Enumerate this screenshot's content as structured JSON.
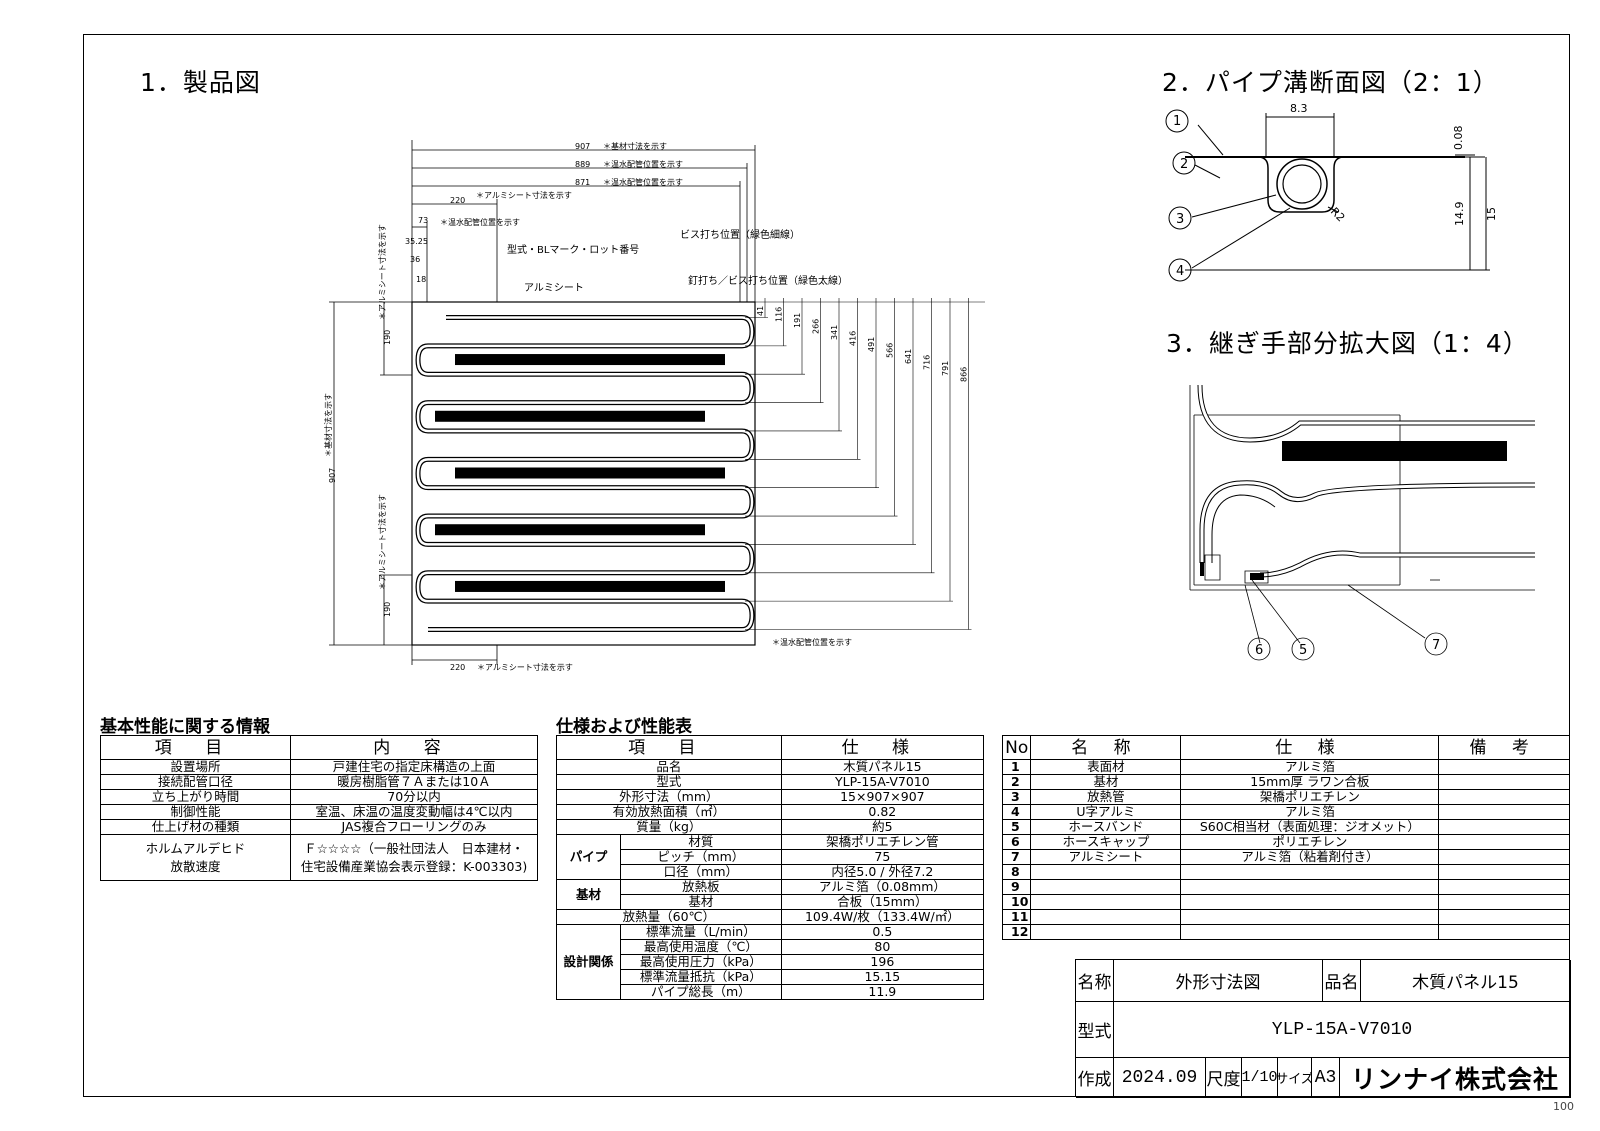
{
  "sections": {
    "product_drawing": "1．製品図",
    "pipe_section": "2．パイプ溝断面図（2：1）",
    "joint_detail": "3．継ぎ手部分拡大図（1：4）"
  },
  "product_drawing": {
    "top_dims": [
      {
        "value": "907",
        "note": "＊基材寸法を示す"
      },
      {
        "value": "889",
        "note": "＊温水配管位置を示す"
      },
      {
        "value": "871",
        "note": "＊温水配管位置を示す"
      },
      {
        "value": "220",
        "note": "＊アルミシート寸法を示す"
      },
      {
        "value": "73",
        "note": "＊温水配管位置を示す"
      }
    ],
    "small_dims": [
      "35.25",
      "36",
      "18"
    ],
    "labels": {
      "model_mark": "型式・BLマーク・ロット番号",
      "screw_pos": "ビス打ち位置（緑色細線）",
      "nail_pos": "釘打ち／ビス打ち位置（緑色太線）",
      "alumi_sheet": "アルミシート"
    },
    "right_dims": [
      "41",
      "116",
      "191",
      "266",
      "341",
      "416",
      "491",
      "566",
      "641",
      "716",
      "791",
      "866"
    ],
    "left_dims": {
      "total": "907",
      "total_note": "＊基材寸法を示す",
      "sheet": "190",
      "sheet_note": "＊アルミシート寸法を示す"
    },
    "bottom_note": "＊温水配管位置を示す",
    "bottom_dim": {
      "value": "220",
      "note": "＊アルミシート寸法を示す"
    }
  },
  "pipe_section": {
    "width_dim": "8.3",
    "top_dim": "0.08",
    "depth_dim": "14.9",
    "thickness_dim": "15",
    "radius": "R2",
    "callouts": [
      "1",
      "2",
      "3",
      "4"
    ]
  },
  "joint_detail": {
    "callouts": [
      "5",
      "6",
      "7"
    ]
  },
  "basic_performance": {
    "title": "基本性能に関する情報",
    "headers": [
      "項 目",
      "内 容"
    ],
    "rows": [
      [
        "設置場所",
        "戸建住宅の指定床構造の上面"
      ],
      [
        "接続配管口径",
        "暖房樹脂管７Ａまたは10Ａ"
      ],
      [
        "立ち上がり時間",
        "70分以内"
      ],
      [
        "制御性能",
        "室温、床温の温度変動幅は4℃以内"
      ],
      [
        "仕上げ材の種類",
        "JAS複合フローリングのみ"
      ]
    ],
    "formaldehyde": {
      "item_line1": "ホルムアルデヒド",
      "item_line2": "放散速度",
      "value_line1": "Ｆ☆☆☆☆（一般社団法人　日本建材・",
      "value_line2": "住宅設備産業協会表示登録：K-003303)"
    }
  },
  "spec_table": {
    "title": "仕様および性能表",
    "headers": [
      "項 目",
      "仕 様"
    ],
    "rows": {
      "name": [
        "品名",
        "木質パネル15"
      ],
      "model": [
        "型式",
        "YLP-15A-V7010"
      ],
      "size": [
        "外形寸法（mm）",
        "15×907×907"
      ],
      "area": [
        "有効放熱面積（㎡）",
        "0.82"
      ],
      "mass": [
        "質量（kg）",
        "約5"
      ],
      "pipe_group": "パイプ",
      "pipe_material": [
        "材質",
        "架橋ポリエチレン管"
      ],
      "pipe_pitch": [
        "ピッチ（mm）",
        "75"
      ],
      "pipe_diameter": [
        "口径（mm）",
        "内径5.0 / 外径7.2"
      ],
      "base_group": "基材",
      "heat_plate": [
        "放熱板",
        "アルミ箔（0.08mm）"
      ],
      "base_material": [
        "基材",
        "合板（15mm）"
      ],
      "heat_output": [
        "放熱量（60℃）",
        "109.4W/枚（133.4W/㎡）"
      ],
      "design_group": "設計関係",
      "flow": [
        "標準流量（L/min）",
        "0.5"
      ],
      "max_temp": [
        "最高使用温度（℃）",
        "80"
      ],
      "max_pressure": [
        "最高使用圧力（kPa）",
        "196"
      ],
      "resistance": [
        "標準流量抵抗（kPa）",
        "15.15"
      ],
      "pipe_length": [
        "パイプ総長（m）",
        "11.9"
      ]
    }
  },
  "parts_table": {
    "headers": [
      "No",
      "名 称",
      "仕 様",
      "備 考"
    ],
    "rows": [
      [
        "1",
        "表面材",
        "アルミ箔",
        ""
      ],
      [
        "2",
        "基材",
        "15mm厚 ラワン合板",
        ""
      ],
      [
        "3",
        "放熱管",
        "架橋ポリエチレン",
        ""
      ],
      [
        "4",
        "U字アルミ",
        "アルミ箔",
        ""
      ],
      [
        "5",
        "ホースバンド",
        "S60C相当材（表面処理：ジオメット）",
        ""
      ],
      [
        "6",
        "ホースキャップ",
        "ポリエチレン",
        ""
      ],
      [
        "7",
        "アルミシート",
        "アルミ箔（粘着剤付き）",
        ""
      ],
      [
        "8",
        "",
        "",
        ""
      ],
      [
        "9",
        "",
        "",
        ""
      ],
      [
        "10",
        "",
        "",
        ""
      ],
      [
        "11",
        "",
        "",
        ""
      ],
      [
        "12",
        "",
        "",
        ""
      ]
    ]
  },
  "title_block": {
    "name_label": "名称",
    "name_value": "外形寸法図",
    "product_label": "品名",
    "product_value": "木質パネル15",
    "model_label": "型式",
    "model_value": "YLP-15A-V7010",
    "made_label": "作成",
    "made_value": "2024.09",
    "scale_label": "尺度",
    "scale_value": "1/10",
    "size_label": "サイズ",
    "size_value": "A3",
    "company": "リンナイ株式会社"
  },
  "page_number": "100"
}
